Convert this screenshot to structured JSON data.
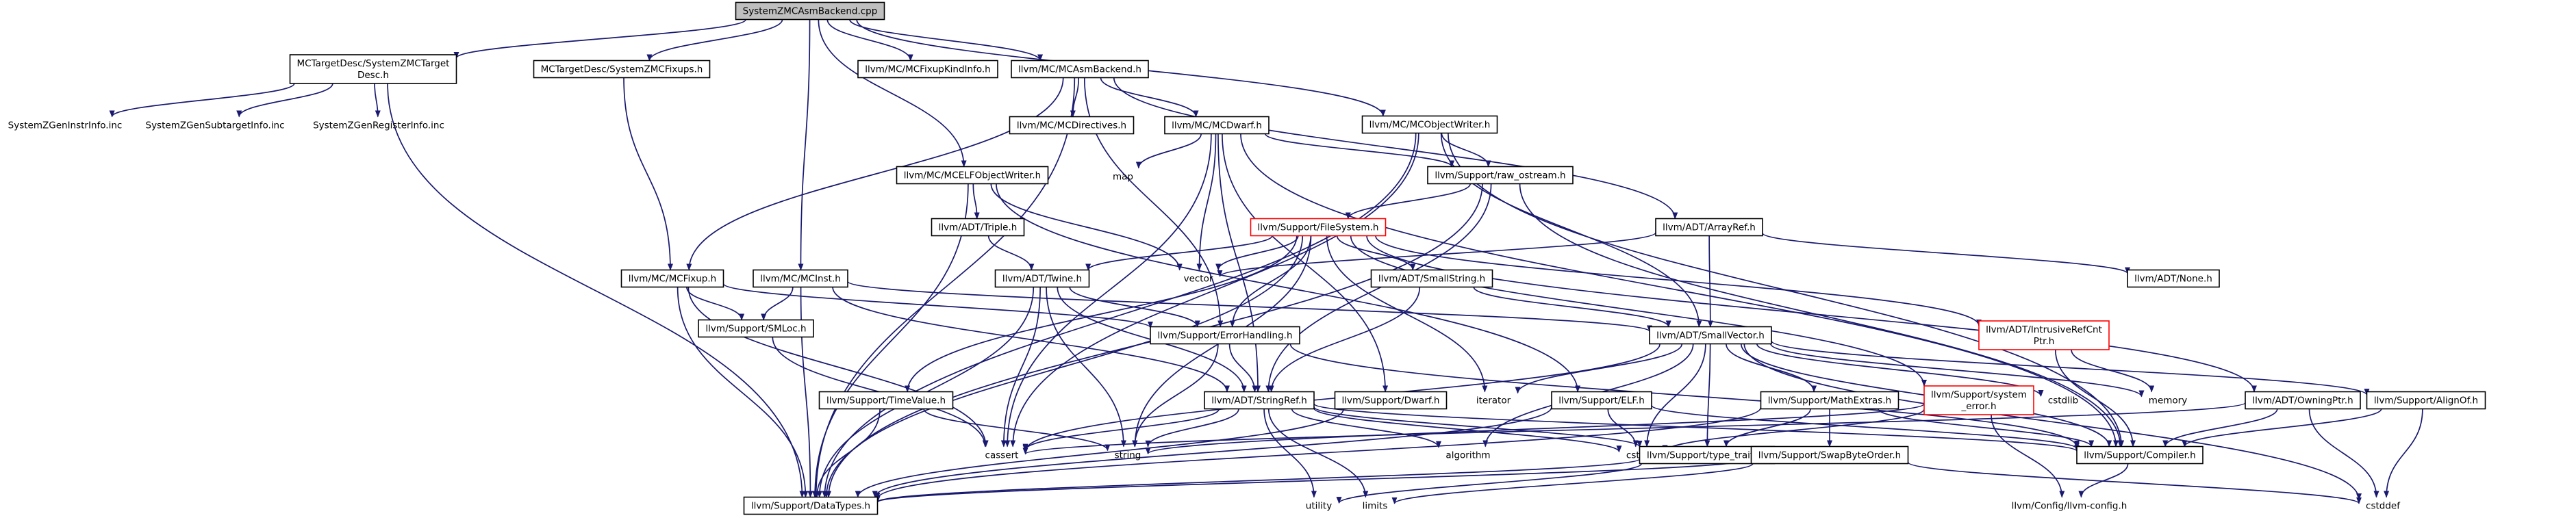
{
  "diagram": {
    "colors": {
      "edge": "#191970",
      "box_default": "#000000",
      "box_root_fill": "#bfbfbf",
      "box_incomplete": "#ff0000",
      "text_external": "#000000"
    },
    "nodes": [
      {
        "id": "root",
        "lines": [
          "SystemZMCAsmBackend.cpp"
        ],
        "style": "root"
      },
      {
        "id": "targetdesc",
        "lines": [
          "MCTargetDesc/SystemZMCTarget",
          "Desc.h"
        ],
        "style": "box"
      },
      {
        "id": "fixups",
        "lines": [
          "MCTargetDesc/SystemZMCFixups.h"
        ],
        "style": "box"
      },
      {
        "id": "fixupkindinfo",
        "lines": [
          "llvm/MC/MCFixupKindInfo.h"
        ],
        "style": "box"
      },
      {
        "id": "asmbackend",
        "lines": [
          "llvm/MC/MCAsmBackend.h"
        ],
        "style": "box"
      },
      {
        "id": "objectwriter",
        "lines": [
          "llvm/MC/MCObjectWriter.h"
        ],
        "style": "box"
      },
      {
        "id": "geninstrinfo",
        "lines": [
          "SystemZGenInstrInfo.inc"
        ],
        "style": "plain"
      },
      {
        "id": "gensubtargetinfo",
        "lines": [
          "SystemZGenSubtargetInfo.inc"
        ],
        "style": "plain"
      },
      {
        "id": "genregisterinfo",
        "lines": [
          "SystemZGenRegisterInfo.inc"
        ],
        "style": "plain"
      },
      {
        "id": "mcdirectives",
        "lines": [
          "llvm/MC/MCDirectives.h"
        ],
        "style": "box"
      },
      {
        "id": "mcdwarf",
        "lines": [
          "llvm/MC/MCDwarf.h"
        ],
        "style": "box"
      },
      {
        "id": "map",
        "lines": [
          "map"
        ],
        "style": "plain"
      },
      {
        "id": "elfobjectwriter",
        "lines": [
          "llvm/MC/MCELFObjectWriter.h"
        ],
        "style": "box"
      },
      {
        "id": "rawostream",
        "lines": [
          "llvm/Support/raw_ostream.h"
        ],
        "style": "box"
      },
      {
        "id": "triple",
        "lines": [
          "llvm/ADT/Triple.h"
        ],
        "style": "box"
      },
      {
        "id": "filesystem",
        "lines": [
          "llvm/Support/FileSystem.h"
        ],
        "style": "incomplete"
      },
      {
        "id": "arrayref",
        "lines": [
          "llvm/ADT/ArrayRef.h"
        ],
        "style": "box"
      },
      {
        "id": "mcfixup",
        "lines": [
          "llvm/MC/MCFixup.h"
        ],
        "style": "box"
      },
      {
        "id": "mcinst",
        "lines": [
          "llvm/MC/MCInst.h"
        ],
        "style": "box"
      },
      {
        "id": "twine",
        "lines": [
          "llvm/ADT/Twine.h"
        ],
        "style": "box"
      },
      {
        "id": "vector",
        "lines": [
          "vector"
        ],
        "style": "plain"
      },
      {
        "id": "smallstring",
        "lines": [
          "llvm/ADT/SmallString.h"
        ],
        "style": "box"
      },
      {
        "id": "none",
        "lines": [
          "llvm/ADT/None.h"
        ],
        "style": "box"
      },
      {
        "id": "smloc",
        "lines": [
          "llvm/Support/SMLoc.h"
        ],
        "style": "box"
      },
      {
        "id": "errorhandling",
        "lines": [
          "llvm/Support/ErrorHandling.h"
        ],
        "style": "box"
      },
      {
        "id": "smallvector",
        "lines": [
          "llvm/ADT/SmallVector.h"
        ],
        "style": "box"
      },
      {
        "id": "intrusiverefcnt",
        "lines": [
          "llvm/ADT/IntrusiveRefCnt",
          "Ptr.h"
        ],
        "style": "incomplete"
      },
      {
        "id": "timevalue",
        "lines": [
          "llvm/Support/TimeValue.h"
        ],
        "style": "box"
      },
      {
        "id": "stringref",
        "lines": [
          "llvm/ADT/StringRef.h"
        ],
        "style": "box"
      },
      {
        "id": "dwarf",
        "lines": [
          "llvm/Support/Dwarf.h"
        ],
        "style": "box"
      },
      {
        "id": "iterator",
        "lines": [
          "iterator"
        ],
        "style": "plain"
      },
      {
        "id": "elf",
        "lines": [
          "llvm/Support/ELF.h"
        ],
        "style": "box"
      },
      {
        "id": "mathextras",
        "lines": [
          "llvm/Support/MathExtras.h"
        ],
        "style": "box"
      },
      {
        "id": "systemerror",
        "lines": [
          "llvm/Support/system",
          "_error.h"
        ],
        "style": "incomplete"
      },
      {
        "id": "cstdlib",
        "lines": [
          "cstdlib"
        ],
        "style": "plain"
      },
      {
        "id": "memory",
        "lines": [
          "memory"
        ],
        "style": "plain"
      },
      {
        "id": "owningptr",
        "lines": [
          "llvm/ADT/OwningPtr.h"
        ],
        "style": "box"
      },
      {
        "id": "alignof",
        "lines": [
          "llvm/Support/AlignOf.h"
        ],
        "style": "box"
      },
      {
        "id": "cassert",
        "lines": [
          "cassert"
        ],
        "style": "plain"
      },
      {
        "id": "string",
        "lines": [
          "string"
        ],
        "style": "plain"
      },
      {
        "id": "algorithm",
        "lines": [
          "algorithm"
        ],
        "style": "plain"
      },
      {
        "id": "cstring",
        "lines": [
          "cstring"
        ],
        "style": "plain"
      },
      {
        "id": "typetraits",
        "lines": [
          "llvm/Support/type_traits.h"
        ],
        "style": "box"
      },
      {
        "id": "compiler",
        "lines": [
          "llvm/Support/Compiler.h"
        ],
        "style": "box"
      },
      {
        "id": "swapbyteorder",
        "lines": [
          "llvm/Support/SwapByteOrder.h"
        ],
        "style": "box"
      },
      {
        "id": "datatypes",
        "lines": [
          "llvm/Support/DataTypes.h"
        ],
        "style": "box"
      },
      {
        "id": "utility",
        "lines": [
          "utility"
        ],
        "style": "plain"
      },
      {
        "id": "limits",
        "lines": [
          "limits"
        ],
        "style": "plain"
      },
      {
        "id": "llvmconfig",
        "lines": [
          "llvm/Config/llvm-config.h"
        ],
        "style": "plain"
      },
      {
        "id": "cstddef",
        "lines": [
          "cstddef"
        ],
        "style": "plain"
      }
    ],
    "edges": [
      [
        "root",
        "targetdesc"
      ],
      [
        "root",
        "fixups"
      ],
      [
        "root",
        "fixupkindinfo"
      ],
      [
        "root",
        "asmbackend"
      ],
      [
        "root",
        "objectwriter"
      ],
      [
        "root",
        "elfobjectwriter"
      ],
      [
        "root",
        "mcinst"
      ],
      [
        "targetdesc",
        "geninstrinfo"
      ],
      [
        "targetdesc",
        "gensubtargetinfo"
      ],
      [
        "targetdesc",
        "genregisterinfo"
      ],
      [
        "targetdesc",
        "datatypes"
      ],
      [
        "fixups",
        "mcfixup"
      ],
      [
        "asmbackend",
        "mcdirectives"
      ],
      [
        "asmbackend",
        "mcdwarf"
      ],
      [
        "asmbackend",
        "arrayref"
      ],
      [
        "asmbackend",
        "mcfixup"
      ],
      [
        "asmbackend",
        "datatypes"
      ],
      [
        "asmbackend",
        "errorhandling"
      ],
      [
        "objectwriter",
        "rawostream"
      ],
      [
        "objectwriter",
        "compiler"
      ],
      [
        "objectwriter",
        "datatypes"
      ],
      [
        "objectwriter",
        "cassert"
      ],
      [
        "objectwriter",
        "smallvector"
      ],
      [
        "mcdwarf",
        "map"
      ],
      [
        "mcdwarf",
        "vector"
      ],
      [
        "mcdwarf",
        "rawostream"
      ],
      [
        "mcdwarf",
        "stringref"
      ],
      [
        "mcdwarf",
        "dwarf"
      ],
      [
        "mcdwarf",
        "compiler"
      ],
      [
        "mcdwarf",
        "cassert"
      ],
      [
        "elfobjectwriter",
        "triple"
      ],
      [
        "elfobjectwriter",
        "elf"
      ],
      [
        "elfobjectwriter",
        "vector"
      ],
      [
        "elfobjectwriter",
        "datatypes"
      ],
      [
        "rawostream",
        "filesystem"
      ],
      [
        "rawostream",
        "compiler"
      ],
      [
        "rawostream",
        "datatypes"
      ],
      [
        "rawostream",
        "stringref"
      ],
      [
        "triple",
        "twine"
      ],
      [
        "filesystem",
        "twine"
      ],
      [
        "filesystem",
        "vector"
      ],
      [
        "filesystem",
        "smallstring"
      ],
      [
        "filesystem",
        "timevalue"
      ],
      [
        "filesystem",
        "errorhandling"
      ],
      [
        "filesystem",
        "intrusiverefcnt"
      ],
      [
        "filesystem",
        "systemerror"
      ],
      [
        "filesystem",
        "owningptr"
      ],
      [
        "filesystem",
        "iterator"
      ],
      [
        "filesystem",
        "string"
      ],
      [
        "filesystem",
        "datatypes"
      ],
      [
        "arrayref",
        "none"
      ],
      [
        "arrayref",
        "smallvector"
      ],
      [
        "arrayref",
        "vector"
      ],
      [
        "mcfixup",
        "smloc"
      ],
      [
        "mcfixup",
        "datatypes"
      ],
      [
        "mcfixup",
        "errorhandling"
      ],
      [
        "mcfixup",
        "cassert"
      ],
      [
        "mcinst",
        "smloc"
      ],
      [
        "mcinst",
        "stringref"
      ],
      [
        "mcinst",
        "datatypes"
      ],
      [
        "mcinst",
        "smallvector"
      ],
      [
        "twine",
        "stringref"
      ],
      [
        "twine",
        "errorhandling"
      ],
      [
        "twine",
        "datatypes"
      ],
      [
        "twine",
        "cassert"
      ],
      [
        "twine",
        "string"
      ],
      [
        "smallstring",
        "stringref"
      ],
      [
        "smallstring",
        "smallvector"
      ],
      [
        "smloc",
        "cassert"
      ],
      [
        "errorhandling",
        "stringref"
      ],
      [
        "errorhandling",
        "compiler"
      ],
      [
        "errorhandling",
        "string"
      ],
      [
        "smallvector",
        "alignof"
      ],
      [
        "smallvector",
        "compiler"
      ],
      [
        "smallvector",
        "mathextras"
      ],
      [
        "smallvector",
        "typetraits"
      ],
      [
        "smallvector",
        "algorithm"
      ],
      [
        "smallvector",
        "cassert"
      ],
      [
        "smallvector",
        "cstddef"
      ],
      [
        "smallvector",
        "cstdlib"
      ],
      [
        "smallvector",
        "cstring"
      ],
      [
        "smallvector",
        "iterator"
      ],
      [
        "smallvector",
        "memory"
      ],
      [
        "intrusiverefcnt",
        "compiler"
      ],
      [
        "intrusiverefcnt",
        "memory"
      ],
      [
        "timevalue",
        "datatypes"
      ],
      [
        "timevalue",
        "string"
      ],
      [
        "stringref",
        "typetraits"
      ],
      [
        "stringref",
        "algorithm"
      ],
      [
        "stringref",
        "cassert"
      ],
      [
        "stringref",
        "cstring"
      ],
      [
        "stringref",
        "limits"
      ],
      [
        "stringref",
        "string"
      ],
      [
        "stringref",
        "utility"
      ],
      [
        "stringref",
        "compiler"
      ],
      [
        "dwarf",
        "datatypes"
      ],
      [
        "elf",
        "datatypes"
      ],
      [
        "elf",
        "compiler"
      ],
      [
        "elf",
        "cstring"
      ],
      [
        "mathextras",
        "swapbyteorder"
      ],
      [
        "mathextras",
        "typetraits"
      ],
      [
        "mathextras",
        "compiler"
      ],
      [
        "mathextras",
        "datatypes"
      ],
      [
        "systemerror",
        "cstring"
      ],
      [
        "systemerror",
        "llvmconfig"
      ],
      [
        "systemerror",
        "string"
      ],
      [
        "owningptr",
        "compiler"
      ],
      [
        "owningptr",
        "cassert"
      ],
      [
        "owningptr",
        "cstddef"
      ],
      [
        "alignof",
        "compiler"
      ],
      [
        "alignof",
        "cstddef"
      ],
      [
        "typetraits",
        "datatypes"
      ],
      [
        "typetraits",
        "utility"
      ],
      [
        "compiler",
        "llvmconfig"
      ],
      [
        "swapbyteorder",
        "datatypes"
      ],
      [
        "swapbyteorder",
        "limits"
      ],
      [
        "swapbyteorder",
        "cstddef"
      ]
    ]
  }
}
